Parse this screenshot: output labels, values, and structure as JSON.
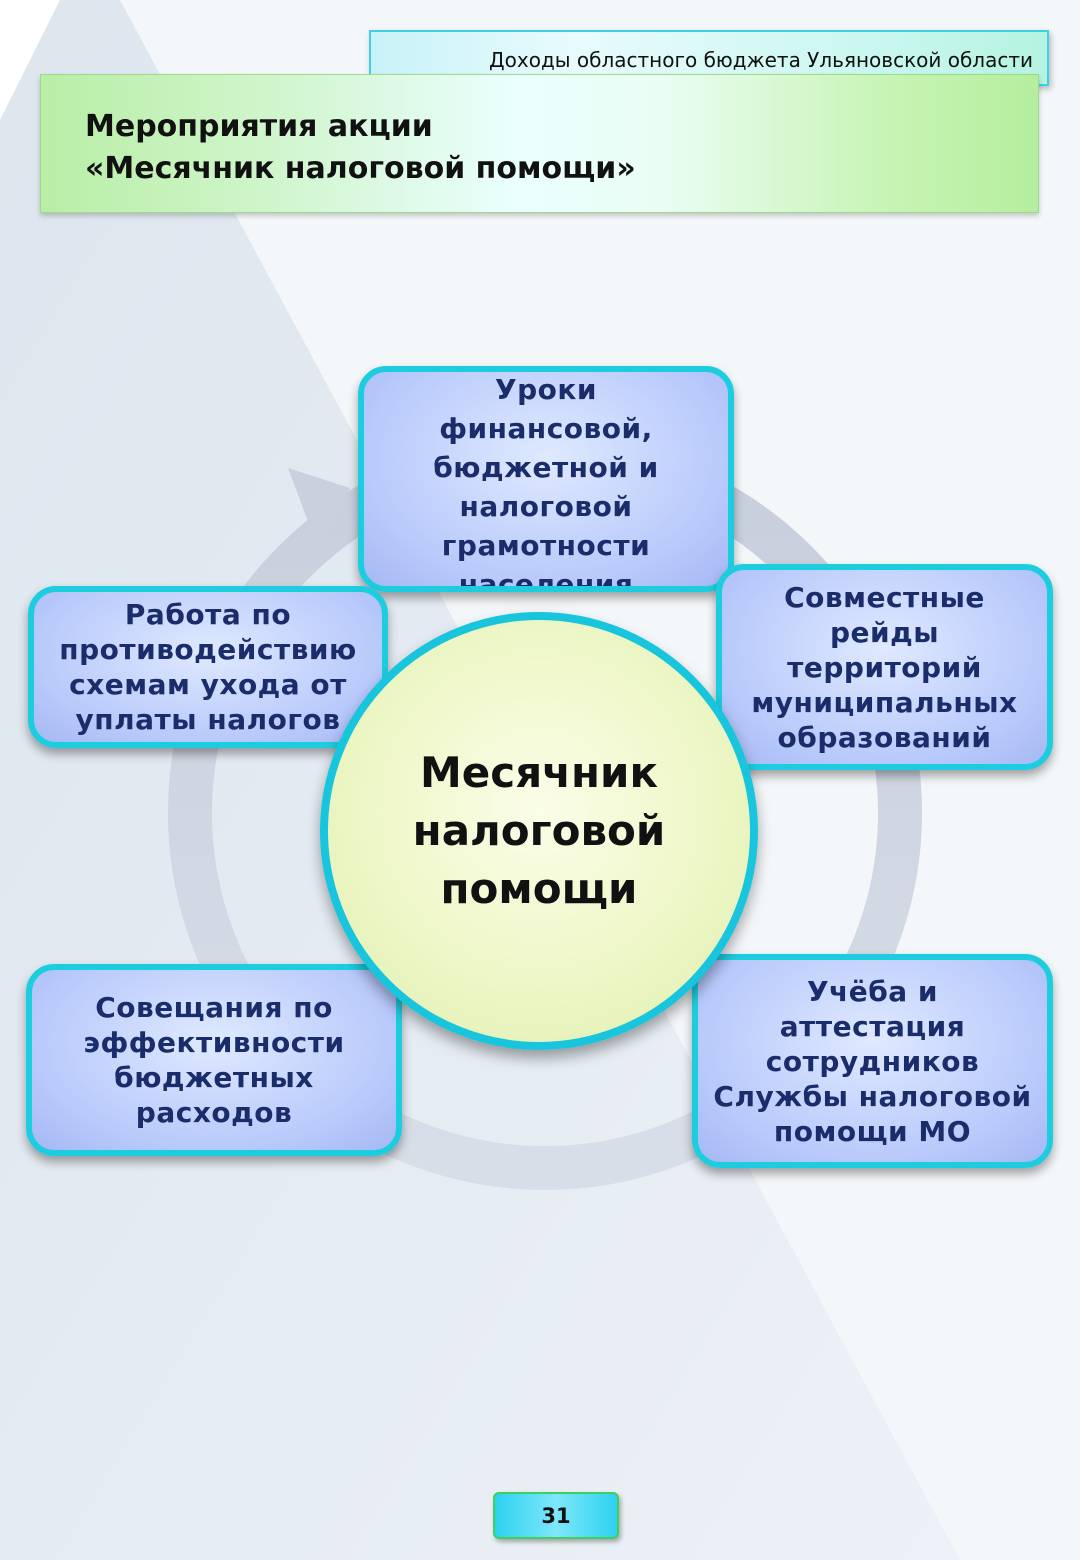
{
  "header": {
    "text": "Доходы областного бюджета Ульяновской области"
  },
  "title": {
    "line1": "Мероприятия акции",
    "line2": "«Месячник налоговой помощи»"
  },
  "diagram": {
    "center": {
      "lines": [
        "Месячник",
        "налоговой",
        "помощи"
      ]
    },
    "nodes": [
      {
        "lines": [
          "Уроки",
          "финансовой,",
          "бюджетной и",
          "налоговой",
          "грамотности",
          "населения"
        ]
      },
      {
        "lines": [
          "Совместные",
          "рейды",
          "территорий",
          "муниципальных",
          "образований"
        ]
      },
      {
        "lines": [
          "Учёба и",
          "аттестация",
          "сотрудников",
          "Службы налоговой",
          "помощи МО"
        ]
      },
      {
        "lines": [
          "Совещания по",
          "эффективности",
          "бюджетных",
          "расходов"
        ]
      },
      {
        "lines": [
          "Работа по",
          "противодействию",
          "схемам ухода от",
          "уплаты налогов"
        ]
      }
    ]
  },
  "footer": {
    "page_number": "31"
  },
  "colors": {
    "box_border": "#1ccde0",
    "box_text": "#1b2c6b",
    "ring": "#cfd6e3"
  }
}
